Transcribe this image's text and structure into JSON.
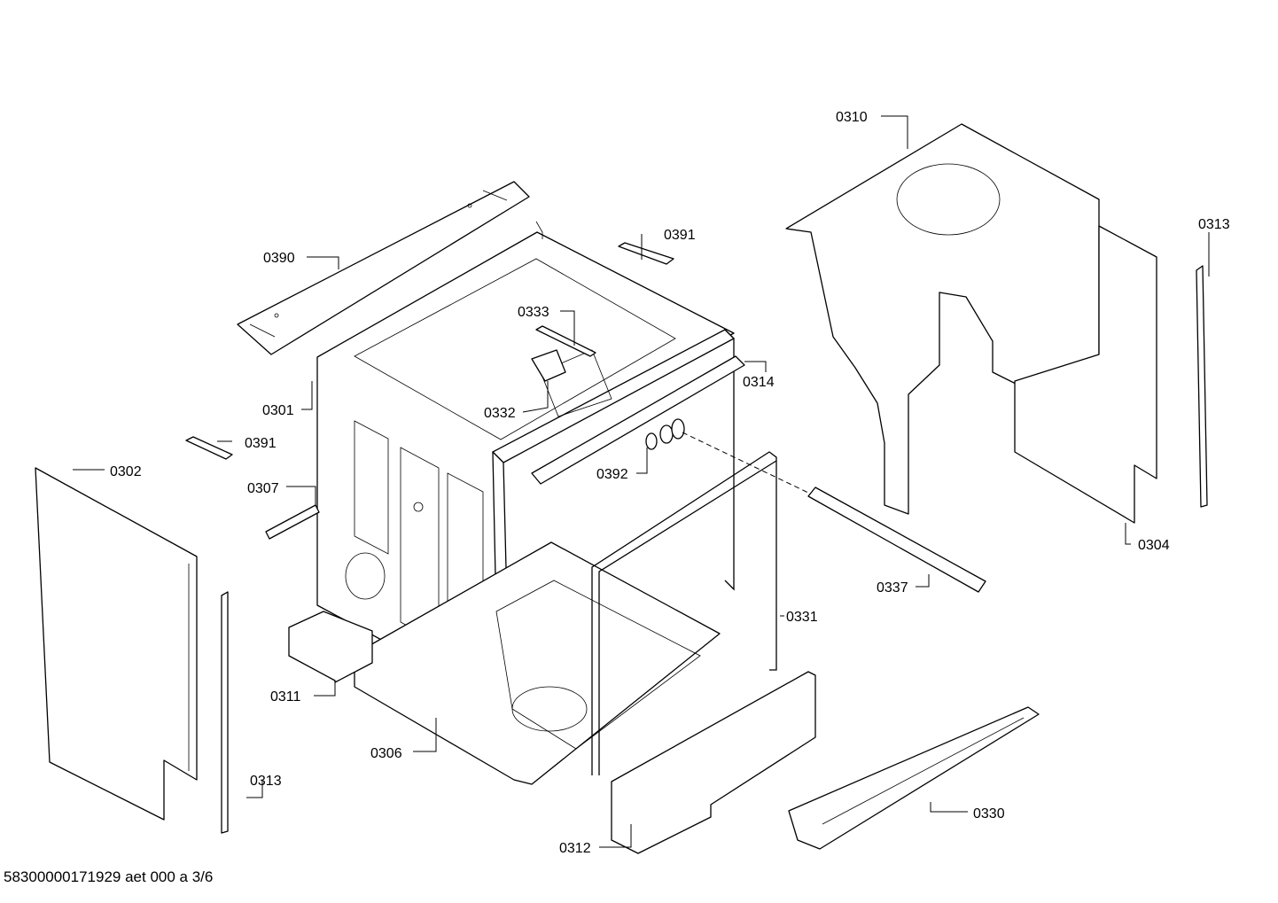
{
  "labels": {
    "l0310": "0310",
    "l0313a": "0313",
    "l0391a": "0391",
    "l0390": "0390",
    "l0333": "0333",
    "l0314": "0314",
    "l0301": "0301",
    "l0332": "0332",
    "l0391b": "0391",
    "l0302": "0302",
    "l0392": "0392",
    "l0307": "0307",
    "l0304": "0304",
    "l0337": "0337",
    "l0331": "0331",
    "l0311": "0311",
    "l0306": "0306",
    "l0313b": "0313",
    "l0330": "0330",
    "l0312": "0312"
  },
  "footer": "58300000171929 aet 000 a 3/6"
}
